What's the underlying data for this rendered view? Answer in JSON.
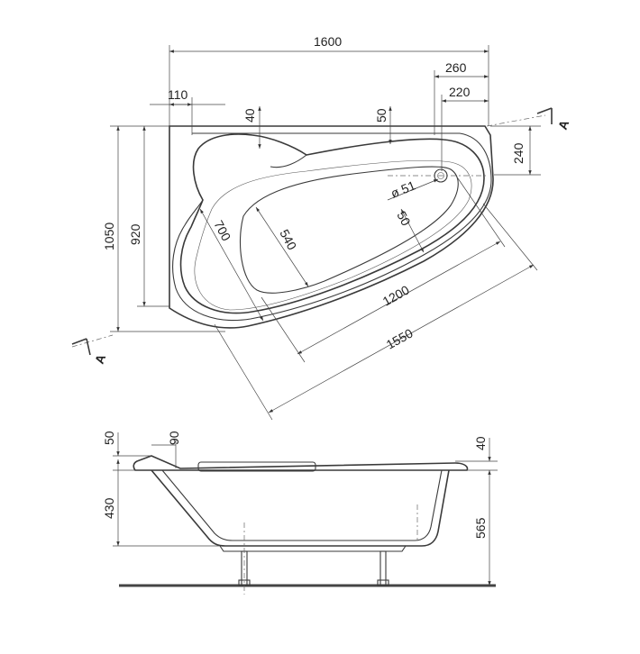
{
  "top_view": {
    "dims": {
      "overall_width": "1600",
      "right_offset": "260",
      "drain_offset": "220",
      "left_offset": "110",
      "rim_40": "40",
      "rim_50_top": "50",
      "depth_240": "240",
      "overall_depth": "1050",
      "inner_depth": "920",
      "drain_diameter": "ø 51",
      "rim_50_side": "50",
      "width_700": "700",
      "width_540": "540",
      "length_1200": "1200",
      "length_1550": "1550"
    },
    "section_mark": "A"
  },
  "side_view": {
    "dims": {
      "rim_50": "50",
      "rim_90": "90",
      "height_430": "430",
      "rim_40": "40",
      "height_565": "565"
    }
  }
}
